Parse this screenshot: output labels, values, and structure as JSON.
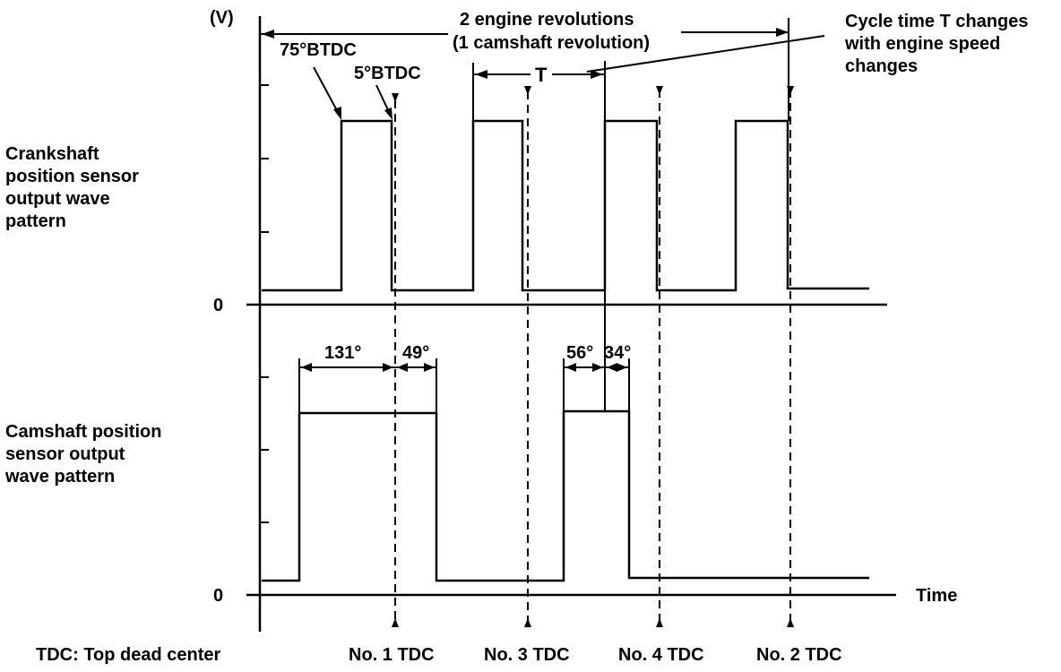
{
  "unit_label": "(V)",
  "zero_label_top": "0",
  "zero_label_bottom": "0",
  "time_label": "Time",
  "crank_label": [
    "Crankshaft",
    "position sensor",
    "output wave",
    "pattern"
  ],
  "cam_label": [
    "Camshaft position",
    "sensor output",
    "wave pattern"
  ],
  "two_rev_label": [
    "2 engine revolutions",
    "(1 camshaft revolution)"
  ],
  "btdc75": "75°BTDC",
  "btdc5": "5°BTDC",
  "cycle_T": "T",
  "cycle_note": [
    "Cycle time T changes",
    "with engine speed",
    "changes"
  ],
  "cam_angles": [
    "131°",
    "49°",
    "56°",
    "34°"
  ],
  "tdc_labels": [
    "No. 1 TDC",
    "No. 3 TDC",
    "No. 4 TDC",
    "No. 2 TDC"
  ],
  "tdc_definition": "TDC: Top dead center"
}
